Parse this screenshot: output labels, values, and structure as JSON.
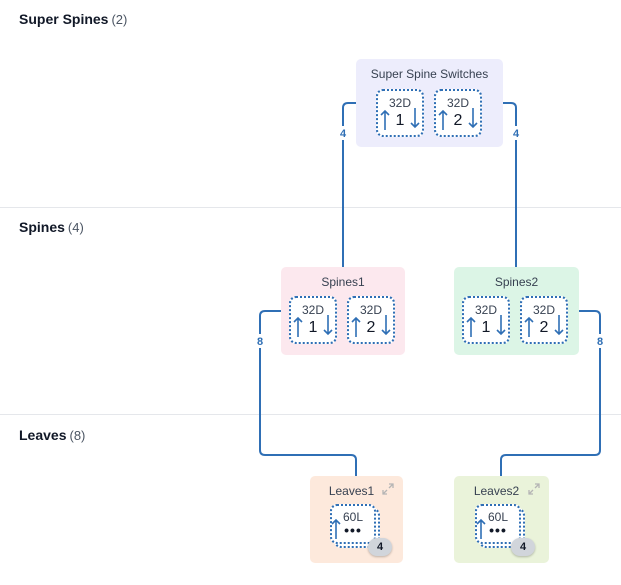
{
  "sections": {
    "super_spines": {
      "title": "Super Spines",
      "count": "(2)"
    },
    "spines": {
      "title": "Spines",
      "count": "(4)"
    },
    "leaves": {
      "title": "Leaves",
      "count": "(8)"
    }
  },
  "groups": {
    "super_spine": {
      "title": "Super Spine Switches",
      "color": "#ededfc",
      "switches": [
        {
          "model": "32D",
          "index": "1"
        },
        {
          "model": "32D",
          "index": "2"
        }
      ]
    },
    "spines1": {
      "title": "Spines1",
      "color": "#fce8ee",
      "switches": [
        {
          "model": "32D",
          "index": "1"
        },
        {
          "model": "32D",
          "index": "2"
        }
      ]
    },
    "spines2": {
      "title": "Spines2",
      "color": "#dcf5e6",
      "switches": [
        {
          "model": "32D",
          "index": "1"
        },
        {
          "model": "32D",
          "index": "2"
        }
      ]
    },
    "leaves1": {
      "title": "Leaves1",
      "color": "#fde9dc",
      "model": "60L",
      "dots": "•••",
      "count": "4"
    },
    "leaves2": {
      "title": "Leaves2",
      "color": "#eaf3da",
      "model": "60L",
      "dots": "•••",
      "count": "4"
    }
  },
  "links": {
    "super_to_spines1": "4",
    "super_to_spines2": "4",
    "spines1_to_leaves1": "8",
    "spines2_to_leaves2": "8",
    "color": "#2f6fb5"
  },
  "icons": {
    "up_arrow": "arrow-up-icon",
    "down_arrow": "arrow-down-icon",
    "expand": "expand-icon"
  }
}
